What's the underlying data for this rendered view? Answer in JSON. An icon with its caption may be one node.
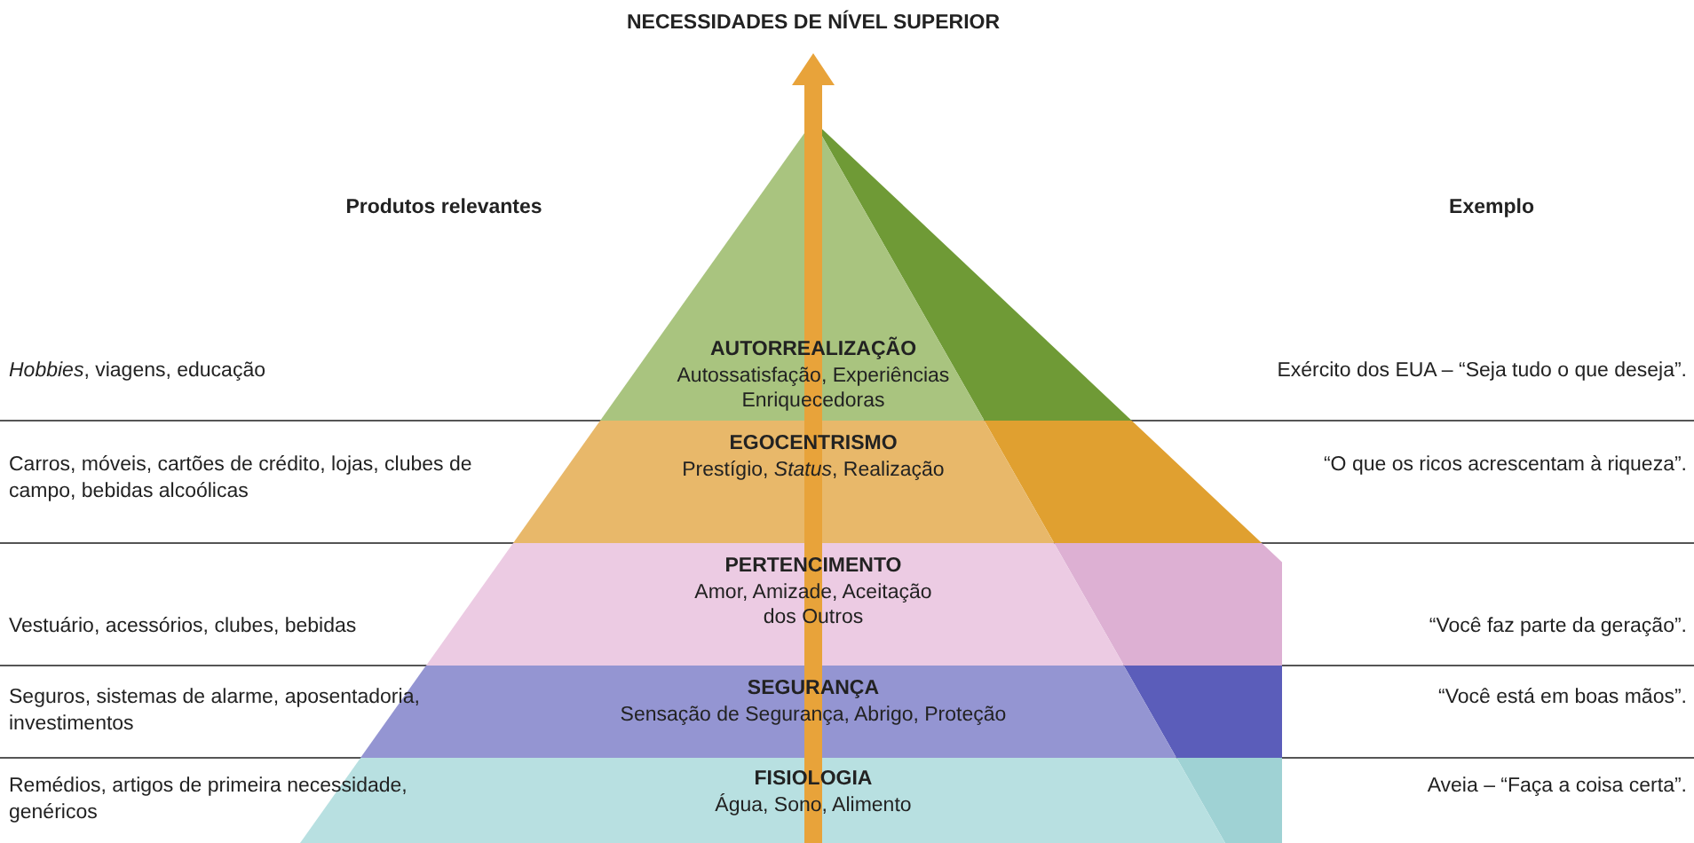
{
  "diagram": {
    "title": "NECESSIDADES DE NÍVEL SUPERIOR",
    "nodes": [
      {
        "text": [
          "AUTORREALIZAÇÃO",
          "Autossatisfação, Experiências Enriquecedoras"
        ]
      },
      {
        "text": [
          "EGOCENTRISMO",
          "Prestígio, *Status*, Realização"
        ]
      },
      {
        "text": [
          "PERTENCIMENTO",
          "Amor, Amizade, Aceitação dos Outros"
        ]
      },
      {
        "text": [
          "SEGURANÇA",
          "Sensação de Segurança, Abrigo, Proteção"
        ]
      },
      {
        "text": [
          "FISIOLOGIA",
          "Água, Sono, Alimento"
        ]
      }
    ],
    "edges": [],
    "labels": [
      "Produtos relevantes",
      "Exemplo",
      "*Hobbies*, viagens, educação",
      "Exército dos EUA – “Seja tudo o que deseja”.",
      "Carros, móveis, cartões de crédito, lojas, clubes de campo, bebidas alcoólicas",
      "“O que os ricos acrescentam à riqueza”.",
      "Vestuário, acessórios, clubes, bebidas",
      "“Você faz parte da geração”.",
      "Seguros, sistemas de alarme, aposentadoria, investimentos",
      "“Você está em boas mãos”.",
      "Remédios, artigos de primeira necessidade, genéricos",
      "Aveia – “Faça a coisa certa”."
    ]
  }
}
